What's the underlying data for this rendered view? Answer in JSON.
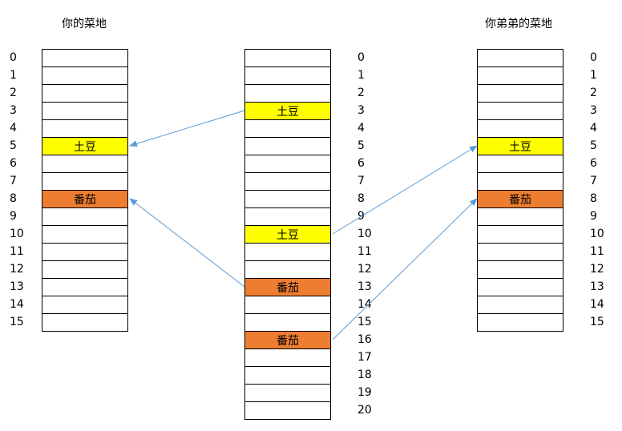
{
  "titles": {
    "left": "你的菜地",
    "right": "你弟弟的菜地"
  },
  "arrow_color": "#5b9bd5",
  "colors": {
    "yellow": "#ffff00",
    "orange": "#ed7d31"
  },
  "columns": {
    "left": {
      "count": 16,
      "filled": [
        {
          "index": 5,
          "label": "土豆",
          "color": "yellow"
        },
        {
          "index": 8,
          "label": "番茄",
          "color": "orange"
        }
      ]
    },
    "middle": {
      "count": 21,
      "filled": [
        {
          "index": 3,
          "label": "土豆",
          "color": "yellow"
        },
        {
          "index": 10,
          "label": "土豆",
          "color": "yellow"
        },
        {
          "index": 13,
          "label": "番茄",
          "color": "orange"
        },
        {
          "index": 16,
          "label": "番茄",
          "color": "orange"
        }
      ]
    },
    "right": {
      "count": 16,
      "filled": [
        {
          "index": 5,
          "label": "土豆",
          "color": "yellow"
        },
        {
          "index": 8,
          "label": "番茄",
          "color": "orange"
        }
      ]
    }
  },
  "arrows": [
    {
      "from_col": "middle",
      "from_index": 3,
      "to_col": "left",
      "to_index": 5
    },
    {
      "from_col": "middle",
      "from_index": 13,
      "to_col": "left",
      "to_index": 8
    },
    {
      "from_col": "middle",
      "from_index": 10,
      "to_col": "right",
      "to_index": 5
    },
    {
      "from_col": "middle",
      "from_index": 16,
      "to_col": "right",
      "to_index": 8
    }
  ]
}
